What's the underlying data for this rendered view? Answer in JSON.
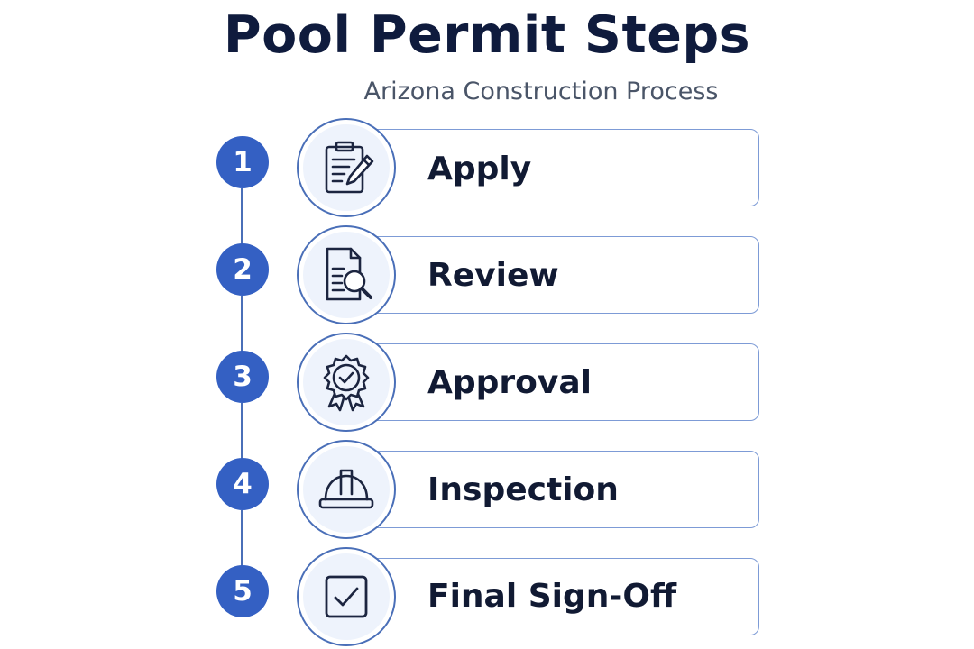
{
  "header": {
    "title": "Pool Permit Steps",
    "subtitle": "Arizona Construction Process"
  },
  "steps": [
    {
      "number": "1",
      "label": "Apply",
      "icon": "clipboard-pencil-icon"
    },
    {
      "number": "2",
      "label": "Review",
      "icon": "document-magnifier-icon"
    },
    {
      "number": "3",
      "label": "Approval",
      "icon": "award-badge-check-icon"
    },
    {
      "number": "4",
      "label": "Inspection",
      "icon": "hard-hat-icon"
    },
    {
      "number": "5",
      "label": "Final Sign-Off",
      "icon": "checkbox-checked-icon"
    }
  ],
  "colors": {
    "title": "#0f1b3d",
    "subtitle": "#4a5568",
    "accent": "#3460c3",
    "card_border": "#7d9bd6",
    "icon_background": "#eef3fc"
  }
}
